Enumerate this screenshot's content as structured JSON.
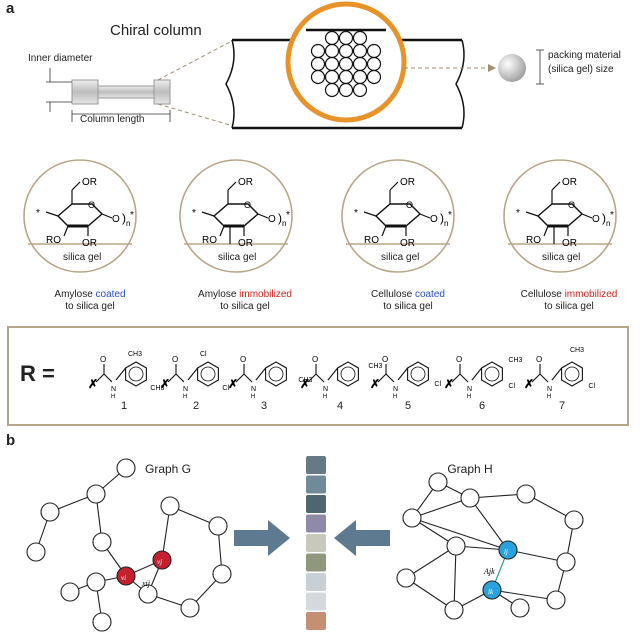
{
  "panel_a": {
    "letter": "a",
    "column_title": "Chiral column",
    "inner_diameter": "Inner diameter",
    "column_length": "Column length",
    "packing_label": "packing material\n(silica gel) size",
    "circles": [
      {
        "support": "silica gel",
        "cap_a": "Amylose ",
        "cap_b": "coated",
        "cap_c": "to silica gel"
      },
      {
        "support": "silica gel",
        "cap_a": "Amylose ",
        "cap_b": "immobilized",
        "cap_c": "to silica gel"
      },
      {
        "support": "silica gel",
        "cap_a": "Cellulose ",
        "cap_b": "coated",
        "cap_c": "to silica gel"
      },
      {
        "support": "silica gel",
        "cap_a": "Cellulose ",
        "cap_b": "immobilized",
        "cap_c": "to silica gel"
      }
    ],
    "chem": {
      "or": "OR",
      "ro": "RO",
      "o": "O",
      "n": "n",
      "star": "*"
    },
    "r_label": "R =",
    "substituents": [
      {
        "number": "1",
        "subs": [
          "CH3",
          "CH3"
        ]
      },
      {
        "number": "2",
        "subs": [
          "Cl",
          "Cl"
        ]
      },
      {
        "number": "3",
        "subs": [
          "CH3"
        ]
      },
      {
        "number": "4",
        "subs": [
          "CH3"
        ]
      },
      {
        "number": "5",
        "subs": [
          "Cl"
        ]
      },
      {
        "number": "6",
        "subs": [
          "CH3",
          "Cl"
        ]
      },
      {
        "number": "7",
        "subs": [
          "CH3",
          "Cl"
        ]
      }
    ],
    "atoms": {
      "o": "O",
      "n": "N",
      "h": "H"
    }
  },
  "panel_b": {
    "letter": "b",
    "graph_g_title": "Graph G",
    "graph_h_title": "Graph H",
    "node_labels": {
      "vi": "vi",
      "vj": "vj",
      "xij": "xij",
      "ljk": "Ajk",
      "lj": "lj",
      "lk": "lk"
    },
    "feature_colors": [
      "#667a85",
      "#6f8a98",
      "#4d666f",
      "#8f8aa7",
      "#c9c9bb",
      "#8f987c",
      "#c8d0d5",
      "#d5d8dc",
      "#c48f73"
    ],
    "accent_red": "#c4202f",
    "accent_blue": "#2aa3dc",
    "arrow_color": "#5d7a90"
  }
}
